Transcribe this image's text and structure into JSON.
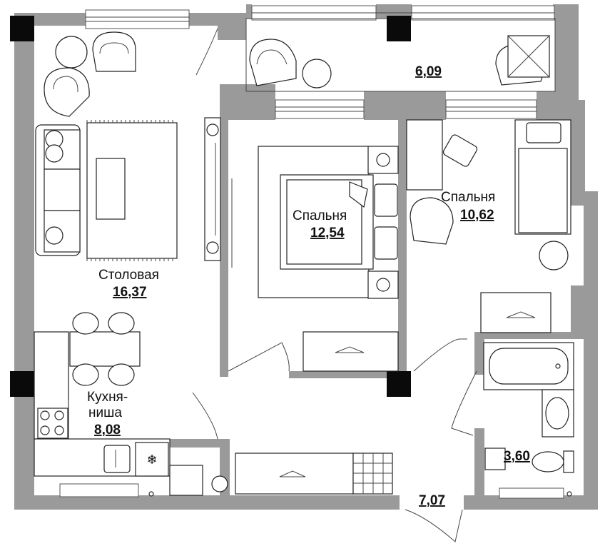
{
  "rooms": {
    "dining": {
      "name": "Столовая",
      "area": "16,37"
    },
    "kitchen": {
      "name_line1": "Кухня-",
      "name_line2": "ниша",
      "area": "8,08"
    },
    "bedroom_center": {
      "name": "Спальня",
      "area": "12,54"
    },
    "bedroom_right": {
      "name": "Спальня",
      "area": "10,62"
    },
    "balcony": {
      "area": "6,09"
    },
    "bathroom": {
      "area": "3,60"
    },
    "hall": {
      "area": "7,07"
    }
  },
  "colors": {
    "wall": "#9a9a9a",
    "column": "#0a0a0a",
    "furniture_stroke": "#222222"
  },
  "icons": [
    "armchair-icon",
    "sofa-icon",
    "bed-icon",
    "wardrobe-icon",
    "hanger-icon",
    "stove-icon",
    "sink-icon",
    "fridge-icon",
    "bathtub-icon",
    "toilet-icon",
    "washbasin-icon",
    "table-icon",
    "chair-icon",
    "plant-icon"
  ]
}
